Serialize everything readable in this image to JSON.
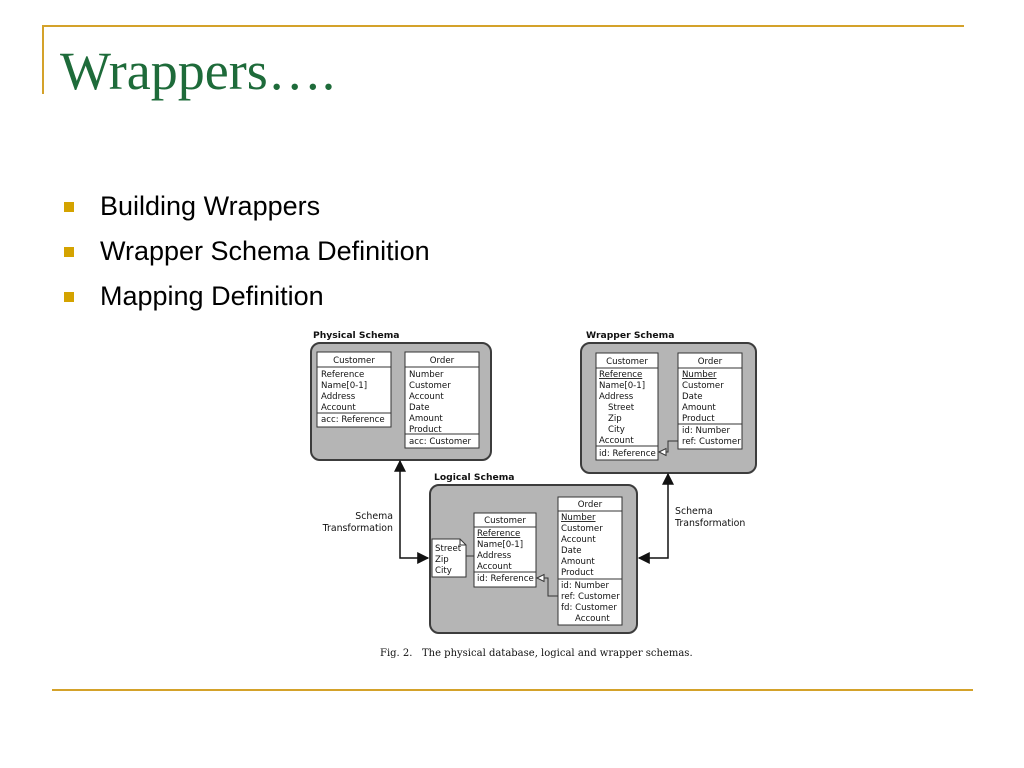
{
  "slide": {
    "title": "Wrappers….",
    "bullets": [
      "Building Wrappers",
      "Wrapper Schema Definition",
      "Mapping Definition"
    ]
  },
  "figure": {
    "caption": "Fig. 2.   The physical database, logical and wrapper schemas.",
    "physical_schema": {
      "title": "Physical Schema",
      "customer": {
        "name": "Customer",
        "fields": [
          "Reference",
          "Name[0-1]",
          "Address",
          "Account"
        ],
        "ref": "acc:  Reference"
      },
      "order": {
        "name": "Order",
        "fields": [
          "Number",
          "Customer",
          "Account",
          "Date",
          "Amount",
          "Product"
        ],
        "ref": "acc:  Customer"
      }
    },
    "wrapper_schema": {
      "title": "Wrapper Schema",
      "customer": {
        "name": "Customer",
        "fields": [
          "Reference",
          "Name[0-1]",
          "Address",
          "Street",
          "Zip",
          "City",
          "Account"
        ],
        "ref": "id: Reference"
      },
      "order": {
        "name": "Order",
        "fields": [
          "Number",
          "Customer",
          "Date",
          "Amount",
          "Product"
        ],
        "refs": [
          "id:  Number",
          "ref:  Customer"
        ]
      }
    },
    "logical_schema": {
      "title": "Logical Schema",
      "address_note": [
        "Street",
        "Zip",
        "City"
      ],
      "customer": {
        "name": "Customer",
        "fields": [
          "Reference",
          "Name[0-1]",
          "Address",
          "Account"
        ],
        "ref": "id: Reference"
      },
      "order": {
        "name": "Order",
        "fields": [
          "Number",
          "Customer",
          "Account",
          "Date",
          "Amount",
          "Product"
        ],
        "refs": [
          "id:  Number",
          "ref:  Customer",
          "fd:  Customer",
          "Account"
        ]
      }
    },
    "transforms": {
      "left": [
        "Schema",
        "Transformation"
      ],
      "right": [
        "Schema",
        "Transformation"
      ]
    },
    "colors": {
      "panel_fill": "#b5b5b5",
      "panel_stroke": "#3c3c3c",
      "title_color": "#1e6b3a",
      "rule_color": "#d4a22a",
      "bullet_color": "#d4a300"
    }
  }
}
